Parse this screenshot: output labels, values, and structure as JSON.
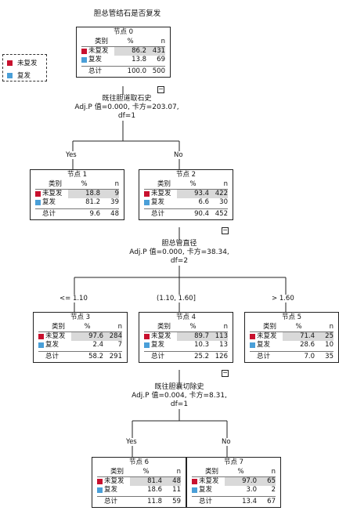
{
  "title": "胆总管结石是否复发",
  "colors": {
    "recur_no": "#c8102e",
    "recur_yes": "#4a9fd8"
  },
  "legend": [
    {
      "label": "未复发",
      "color": "#c8102e"
    },
    {
      "label": "复发",
      "color": "#4a9fd8"
    }
  ],
  "headers": {
    "category": "类别",
    "percent": "%",
    "count": "n",
    "total": "总计"
  },
  "nodes": {
    "n0": {
      "title": "节点 0",
      "rows": [
        {
          "label": "未复发",
          "pct": "86.2",
          "n": "431"
        },
        {
          "label": "复发",
          "pct": "13.8",
          "n": "69"
        }
      ],
      "total_pct": "100.0",
      "total_n": "500",
      "expand": "−"
    },
    "n1": {
      "title": "节点 1",
      "rows": [
        {
          "label": "未复发",
          "pct": "18.8",
          "n": "9"
        },
        {
          "label": "复发",
          "pct": "81.2",
          "n": "39"
        }
      ],
      "total_pct": "9.6",
      "total_n": "48"
    },
    "n2": {
      "title": "节点 2",
      "rows": [
        {
          "label": "未复发",
          "pct": "93.4",
          "n": "422"
        },
        {
          "label": "复发",
          "pct": "6.6",
          "n": "30"
        }
      ],
      "total_pct": "90.4",
      "total_n": "452",
      "expand": "−"
    },
    "n3": {
      "title": "节点 3",
      "rows": [
        {
          "label": "未复发",
          "pct": "97.6",
          "n": "284"
        },
        {
          "label": "复发",
          "pct": "2.4",
          "n": "7"
        }
      ],
      "total_pct": "58.2",
      "total_n": "291"
    },
    "n4": {
      "title": "节点 4",
      "rows": [
        {
          "label": "未复发",
          "pct": "89.7",
          "n": "113"
        },
        {
          "label": "复发",
          "pct": "10.3",
          "n": "13"
        }
      ],
      "total_pct": "25.2",
      "total_n": "126",
      "expand": "−"
    },
    "n5": {
      "title": "节点 5",
      "rows": [
        {
          "label": "未复发",
          "pct": "71.4",
          "n": "25"
        },
        {
          "label": "复发",
          "pct": "28.6",
          "n": "10"
        }
      ],
      "total_pct": "7.0",
      "total_n": "35"
    },
    "n6": {
      "title": "节点 6",
      "rows": [
        {
          "label": "未复发",
          "pct": "81.4",
          "n": "48"
        },
        {
          "label": "复发",
          "pct": "18.6",
          "n": "11"
        }
      ],
      "total_pct": "11.8",
      "total_n": "59"
    },
    "n7": {
      "title": "节点 7",
      "rows": [
        {
          "label": "未复发",
          "pct": "97.0",
          "n": "65"
        },
        {
          "label": "复发",
          "pct": "3.0",
          "n": "2"
        }
      ],
      "total_pct": "13.4",
      "total_n": "67"
    }
  },
  "splits": {
    "s0": {
      "var": "既往胆道取石史",
      "stat": "Adj.P 值=0.000, 卡方=203.07,",
      "df": "df=1"
    },
    "s2": {
      "var": "胆总管直径",
      "stat": "Adj.P 值=0.000, 卡方=38.34,",
      "df": "df=2"
    },
    "s4": {
      "var": "既往胆囊切除史",
      "stat": "Adj.P 值=0.004, 卡方=8.31,",
      "df": "df=1"
    }
  },
  "branches": {
    "b1": "Yes",
    "b2": "No",
    "b3": "<= 1.10",
    "b4": "(1.10, 1.60]",
    "b5": "> 1.60",
    "b6": "Yes",
    "b7": "No"
  }
}
